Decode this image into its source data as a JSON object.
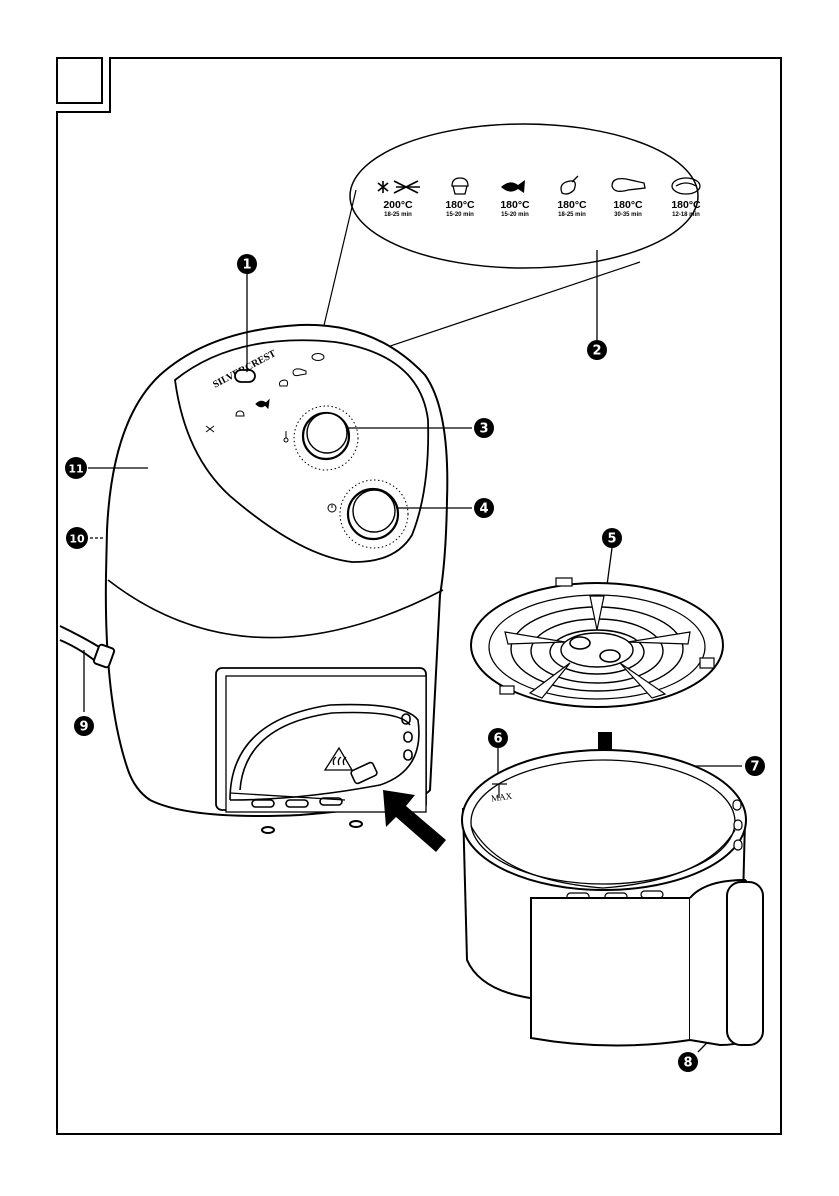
{
  "figure": {
    "panel_label": "",
    "brand": "SILVERCREST",
    "max_mark": "MAX",
    "callouts": [
      {
        "id": "c1",
        "label": "1"
      },
      {
        "id": "c2",
        "label": "2"
      },
      {
        "id": "c3",
        "label": "3"
      },
      {
        "id": "c4",
        "label": "4"
      },
      {
        "id": "c5",
        "label": "5"
      },
      {
        "id": "c6",
        "label": "6"
      },
      {
        "id": "c7",
        "label": "7"
      },
      {
        "id": "c8",
        "label": "8"
      },
      {
        "id": "c9",
        "label": "9"
      },
      {
        "id": "c10",
        "label": "10"
      },
      {
        "id": "c11",
        "label": "11"
      }
    ],
    "presets": [
      {
        "icon": "fries-icon",
        "temp": "200°C",
        "time": "18-25 min"
      },
      {
        "icon": "muffin-icon",
        "temp": "180°C",
        "time": "15-20 min"
      },
      {
        "icon": "fish-icon",
        "temp": "180°C",
        "time": "15-20 min"
      },
      {
        "icon": "drumstick-icon",
        "temp": "180°C",
        "time": "18-25 min"
      },
      {
        "icon": "chicken-icon",
        "temp": "180°C",
        "time": "30-35 min"
      },
      {
        "icon": "shrimp-icon",
        "temp": "180°C",
        "time": "12-18 min"
      }
    ]
  }
}
